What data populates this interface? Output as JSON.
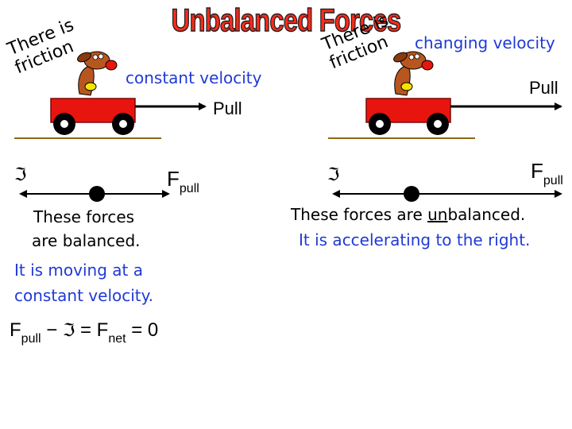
{
  "title": "Unbalanced Forces",
  "left": {
    "friction_label": "There is\nfriction",
    "motion_label": "constant velocity",
    "pull_label": "Pull",
    "friction_symbol": "ℑ",
    "fpull_main": "F",
    "fpull_sub": "pull",
    "statement_line1": "These forces",
    "statement_line2": "are balanced.",
    "conclusion_line1": "It is moving at a",
    "conclusion_line2": "constant velocity.",
    "equation": {
      "f_main": "F",
      "f_sub": "pull",
      "minus": "−",
      "friction": "ℑ",
      "eq1": "=",
      "fnet_main": "F",
      "fnet_sub": "net",
      "eq2": "=",
      "zero": "0"
    }
  },
  "right": {
    "friction_label": "There is\nfriction",
    "motion_label": "changing velocity",
    "pull_label": "Pull",
    "friction_symbol": "ℑ",
    "fpull_main": "F",
    "fpull_sub": "pull",
    "statement_pre": "These forces are ",
    "statement_under": "un",
    "statement_post": "balanced.",
    "conclusion": "It is accelerating to the right."
  },
  "colors": {
    "title_fill": "#ff2a1a",
    "wagon": "#e8150f",
    "ground": "#8b6914",
    "blue_text": "#1f3ad6"
  }
}
